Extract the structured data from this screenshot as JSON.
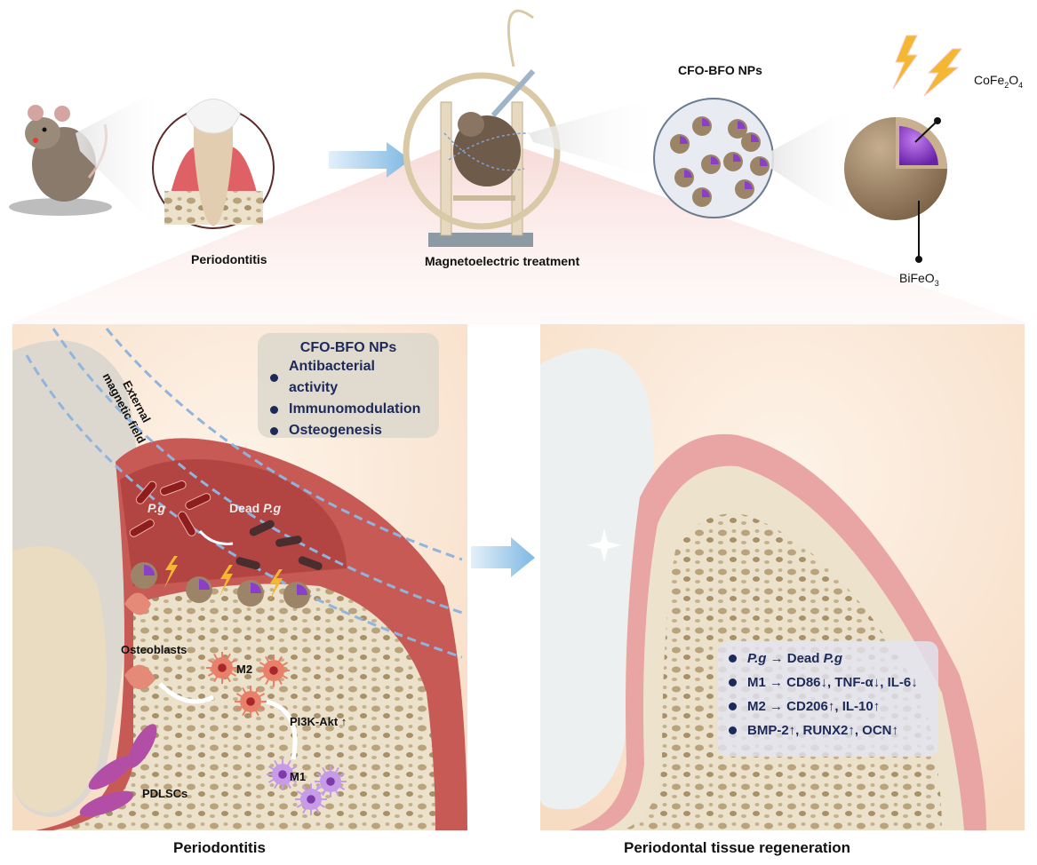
{
  "top": {
    "step1_label": "Periodontitis",
    "step2_label": "Magnetoelectric treatment",
    "np_cluster_label": "CFO-BFO NPs",
    "core_label": {
      "text": "CoFe",
      "sub1": "2",
      "mid": "O",
      "sub2": "4"
    },
    "shell_label": {
      "text": "BiFe",
      "mid": "O",
      "sub": "3"
    }
  },
  "left_panel": {
    "field_label_line1": "External",
    "field_label_line2": "magnetic field",
    "info_box": {
      "title": "CFO-BFO NPs",
      "items": [
        "Antibacterial activity",
        "Immunomodulation",
        "Osteogenesis"
      ]
    },
    "pg_label": "P.g",
    "dead_pg_prefix": "Dead ",
    "dead_pg_italic": "P.g",
    "osteoblasts_label": "Osteoblasts",
    "m2_label": "M2",
    "m1_label": "M1",
    "pathway_label": "PI3K-Akt ↑",
    "pdlscs_label": "PDLSCs",
    "caption": "Periodontitis"
  },
  "right_panel": {
    "info_box": {
      "items": [
        {
          "italic_a": "P.g",
          "plain": " → Dead ",
          "italic_b": "P.g"
        },
        {
          "plain": "M1 → CD86↓, TNF-α↓, IL-6↓"
        },
        {
          "plain": "M2 → CD206↑, IL-10↑"
        },
        {
          "plain": "BMP-2↑, RUNX2↑, OCN↑"
        }
      ]
    },
    "caption": "Periodontal tissue regeneration"
  },
  "colors": {
    "navy_text": "#1c2a5a",
    "gum_red": "#b6423f",
    "gum_pink": "#e8a5a3",
    "bone": "#eadfc8",
    "np_shell": "#9c8468",
    "np_core": "#8a3fc9",
    "field_line": "#8fb4de",
    "arrow_blue": "#8ec3e6",
    "bolt": "#f4b731",
    "panel_bg": "#fbe9d9"
  }
}
